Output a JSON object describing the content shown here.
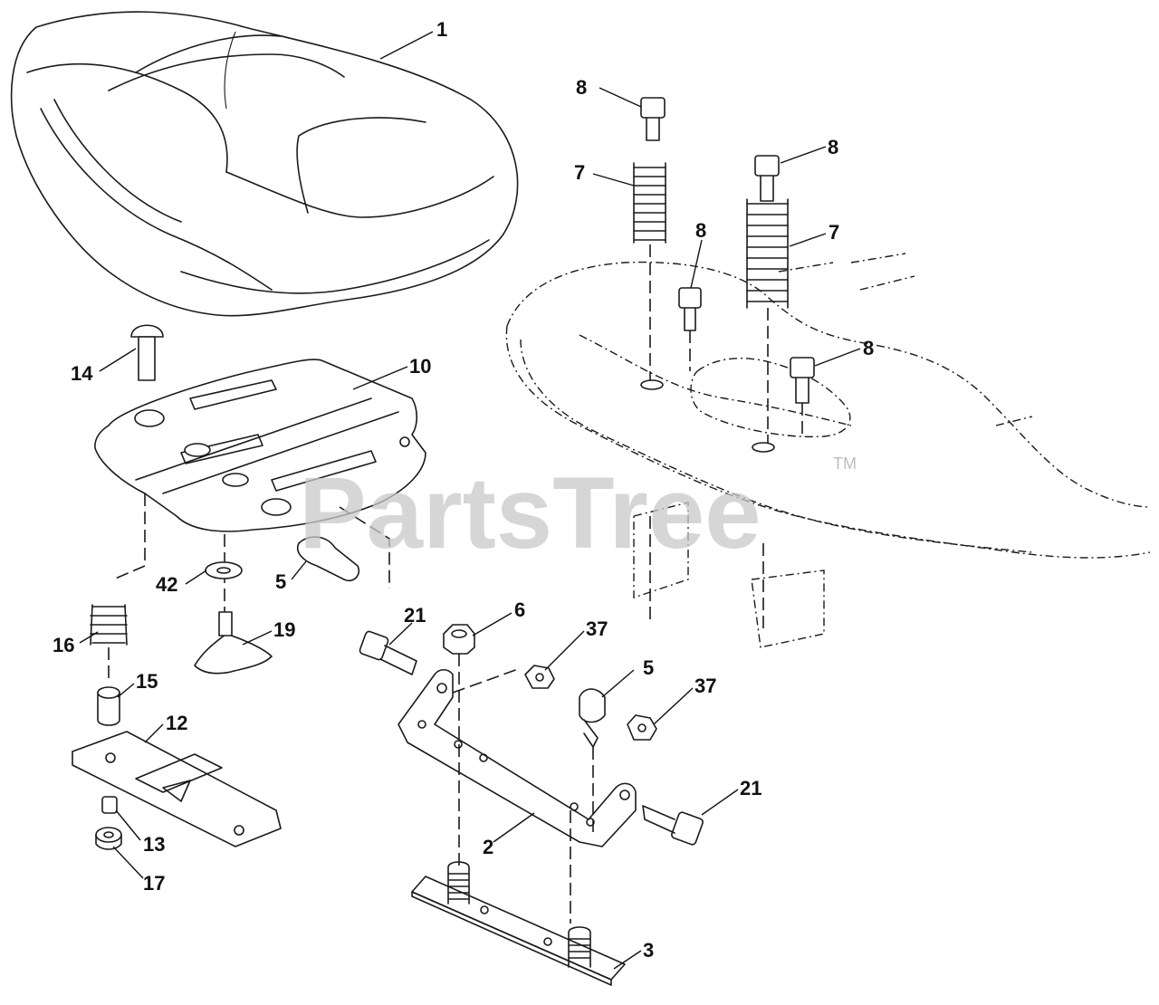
{
  "watermark": {
    "text": "PartsTree",
    "trademark": "TM"
  },
  "callouts": [
    {
      "id": "c1",
      "label": "1"
    },
    {
      "id": "c8a",
      "label": "8"
    },
    {
      "id": "c7a",
      "label": "7"
    },
    {
      "id": "c8b",
      "label": "8"
    },
    {
      "id": "c8c",
      "label": "8"
    },
    {
      "id": "c7b",
      "label": "7"
    },
    {
      "id": "c8d",
      "label": "8"
    },
    {
      "id": "c14",
      "label": "14"
    },
    {
      "id": "c10",
      "label": "10"
    },
    {
      "id": "c42",
      "label": "42"
    },
    {
      "id": "c5a",
      "label": "5"
    },
    {
      "id": "c16",
      "label": "16"
    },
    {
      "id": "c19",
      "label": "19"
    },
    {
      "id": "c21a",
      "label": "21"
    },
    {
      "id": "c6",
      "label": "6"
    },
    {
      "id": "c37a",
      "label": "37"
    },
    {
      "id": "c5b",
      "label": "5"
    },
    {
      "id": "c37b",
      "label": "37"
    },
    {
      "id": "c15",
      "label": "15"
    },
    {
      "id": "c12",
      "label": "12"
    },
    {
      "id": "c21b",
      "label": "21"
    },
    {
      "id": "c13",
      "label": "13"
    },
    {
      "id": "c2",
      "label": "2"
    },
    {
      "id": "c17",
      "label": "17"
    },
    {
      "id": "c3",
      "label": "3"
    }
  ]
}
